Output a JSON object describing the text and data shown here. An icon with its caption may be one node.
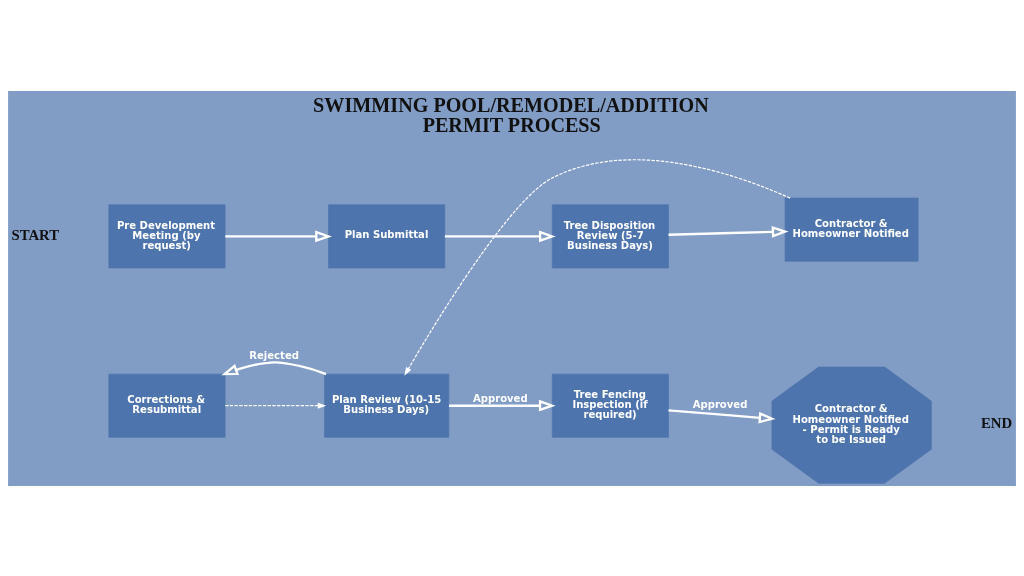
{
  "diagram": {
    "title": "SWIMMING POOL/REMODEL/ADDITION PERMIT PROCESS",
    "nodes": [
      {
        "text": [
          "Pre Development Meeting (by request)"
        ],
        "beside": [
          "START"
        ]
      },
      {
        "text": [
          "Plan Submittal"
        ]
      },
      {
        "text": [
          "Tree Disposition Review (5-7 Business Days)"
        ]
      },
      {
        "text": [
          "Contractor & Homeowner Notified"
        ]
      },
      {
        "text": [
          "Corrections & Resubmittal"
        ]
      },
      {
        "text": [
          "Plan Review (10-15 Business Days)"
        ]
      },
      {
        "text": [
          "Tree Fencing Inspection (if required)"
        ]
      },
      {
        "text": [
          "Contractor & Homeowner Notified - Permit is Ready to be Issued"
        ],
        "beside": [
          "END"
        ]
      }
    ],
    "edges": [
      {
        "from": 0,
        "to": 1,
        "arrow": "to"
      },
      {
        "from": 1,
        "to": 2,
        "arrow": "to"
      },
      {
        "from": 2,
        "to": 3,
        "arrow": "to"
      },
      {
        "from": 3,
        "to": 5,
        "arrow": "to",
        "style": "dashed"
      },
      {
        "from": 5,
        "to": 4,
        "arrow": "to",
        "label": "Rejected"
      },
      {
        "from": 4,
        "to": 5,
        "arrow": "to",
        "style": "dashed"
      },
      {
        "from": 5,
        "to": 6,
        "arrow": "to",
        "label": "Approved"
      },
      {
        "from": 6,
        "to": 7,
        "arrow": "to",
        "label": "Approved"
      }
    ]
  }
}
